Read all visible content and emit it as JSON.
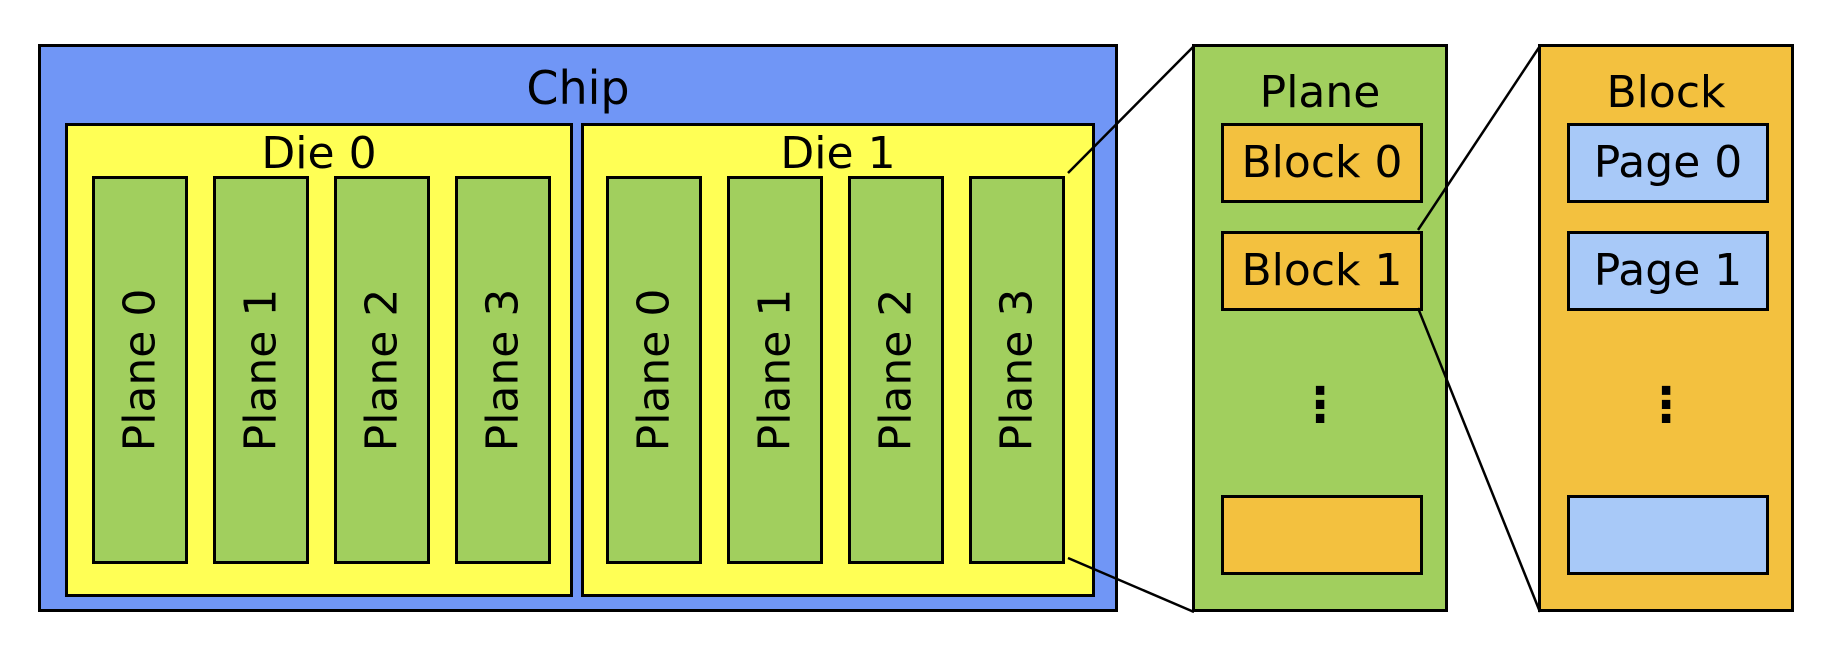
{
  "chip": {
    "title": "Chip",
    "dies": [
      {
        "title": "Die 0",
        "planes": [
          "Plane 0",
          "Plane 1",
          "Plane 2",
          "Plane 3"
        ]
      },
      {
        "title": "Die 1",
        "planes": [
          "Plane 0",
          "Plane 1",
          "Plane 2",
          "Plane 3"
        ]
      }
    ]
  },
  "plane_detail": {
    "title": "Plane",
    "blocks": [
      "Block 0",
      "Block 1"
    ],
    "ellipsis": "⋮"
  },
  "block_detail": {
    "title": "Block",
    "pages": [
      "Page 0",
      "Page 1"
    ],
    "ellipsis": "⋮"
  },
  "colors": {
    "chip": "#7096f6",
    "die": "#ffff55",
    "plane": "#a1cf5e",
    "block": "#f3c13f",
    "page": "#a8c9f8"
  }
}
